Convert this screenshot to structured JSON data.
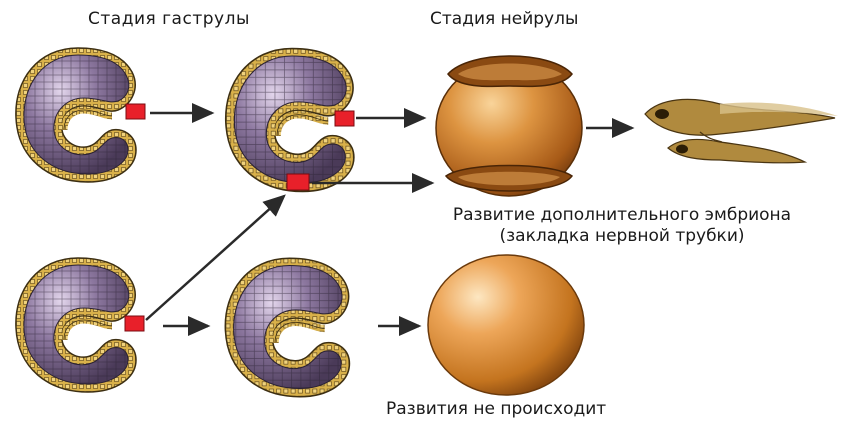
{
  "labels": {
    "gastrula_stage": "Стадия  гаструлы",
    "neurula_stage": "Стадия нейрулы",
    "extra_embryo_line1": "Развитие дополнительного эмбриона",
    "extra_embryo_line2": "(закладка нервной трубки)",
    "no_development": "Развития не происходит"
  },
  "colors": {
    "gastrula_cells": "#6e5a80",
    "gastrula_highlight": "#c9b7d6",
    "ectoderm_band": "#d9b14a",
    "graft_marker": "#e8202a",
    "embryo_orange": "#c7731f",
    "embryo_light": "#f5c27b",
    "tadpole": "#b08a3e",
    "arrow": "#2a2a2a"
  }
}
